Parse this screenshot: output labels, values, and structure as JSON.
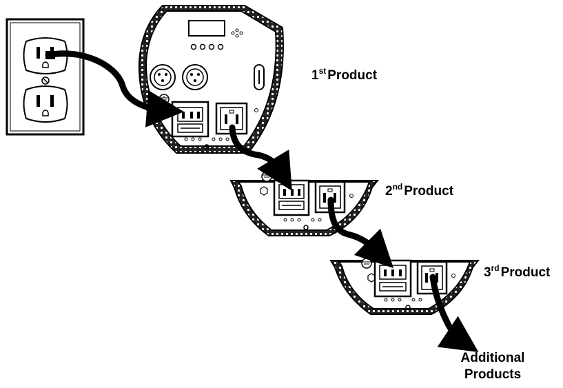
{
  "labels": {
    "first": {
      "num": "1",
      "sup": "st",
      "text": "Product"
    },
    "second": {
      "num": "2",
      "sup": "nd",
      "text": "Product"
    },
    "third": {
      "num": "3",
      "sup": "rd",
      "text": "Product"
    },
    "additional": {
      "line1": "Additional",
      "line2": "Products"
    }
  },
  "colors": {
    "ink": "#000000",
    "background": "#ffffff",
    "outlet_fill": "#ffffff"
  },
  "icons": {
    "outlet": "wall-outlet-icon",
    "connector_in": "power-inlet-icon",
    "connector_out": "power-outlet-icon",
    "xlr": "xlr-connector-icon",
    "arrow": "power-link-arrow-icon"
  }
}
